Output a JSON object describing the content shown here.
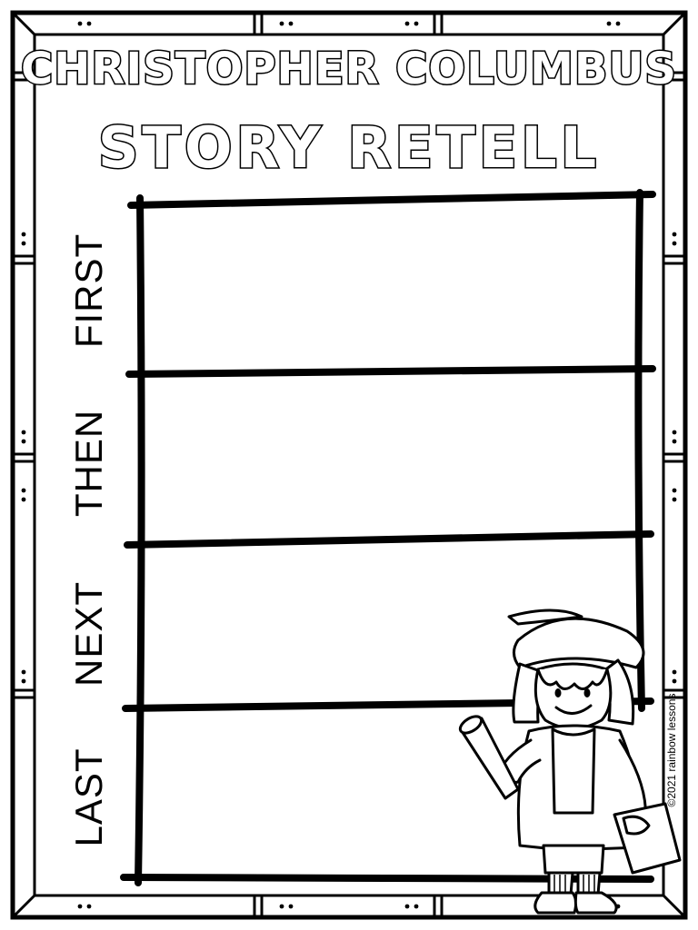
{
  "title": {
    "main": "CHRISTOPHER COLUMBUS",
    "sub": "STORY RETELL"
  },
  "rows": [
    {
      "label": "FIRST"
    },
    {
      "label": "THEN"
    },
    {
      "label": "NEXT"
    },
    {
      "label": "LAST"
    }
  ],
  "copyright": "©2021 rainbow lessons",
  "illustration": {
    "icon": "columbus-boy-with-spyglass-icon"
  }
}
